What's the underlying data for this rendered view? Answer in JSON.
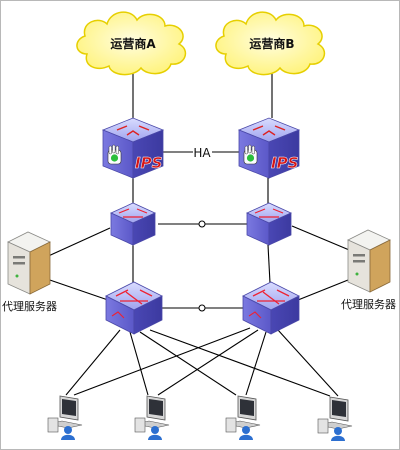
{
  "diagram": {
    "isp_a_label": "运营商A",
    "isp_b_label": "运营商B",
    "ha_label": "HA",
    "ips_label": "IPS",
    "proxy_left_label": "代理服务器",
    "proxy_right_label": "代理服务器",
    "colors": {
      "cloud_fill": "#fff79a",
      "cloud_stroke": "#e0c800",
      "device_blue": "#6c6ad8",
      "ips_text": "#d61414",
      "line": "#000000"
    }
  }
}
